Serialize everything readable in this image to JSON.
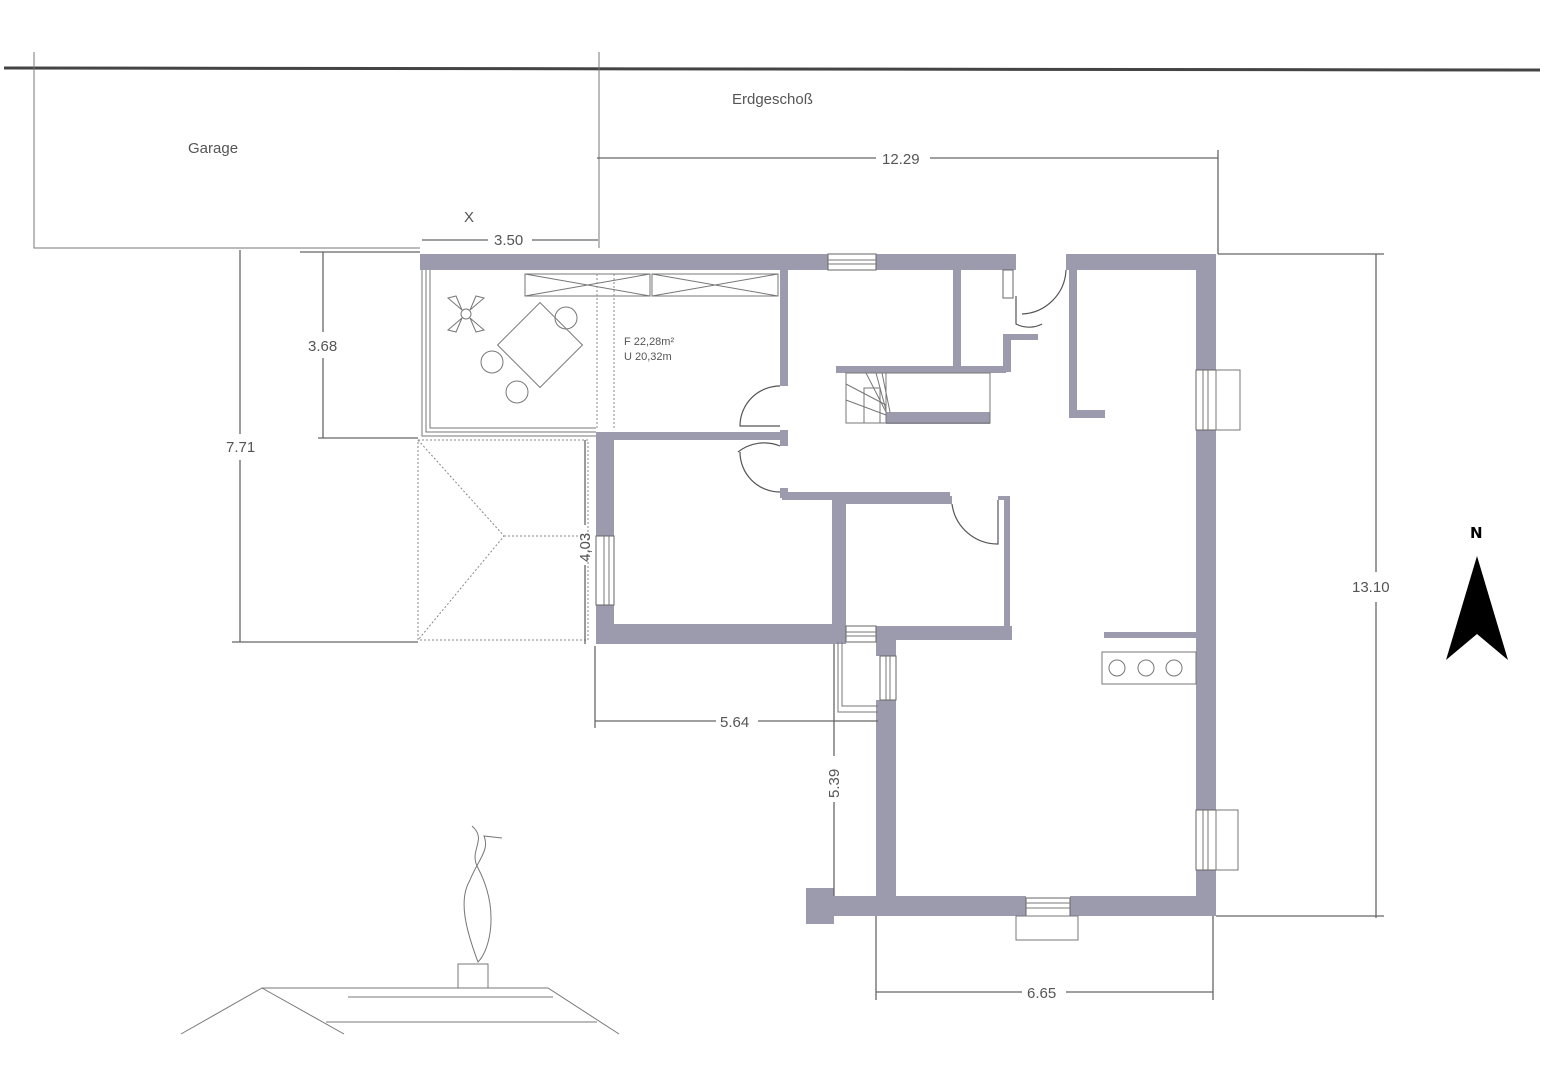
{
  "plan": {
    "title": "Erdgeschoß",
    "garage_label": "Garage",
    "marker": "X",
    "room_info": {
      "area": "F 22,28m²",
      "perimeter": "U 20,32m"
    },
    "north_label": "N",
    "colors": {
      "wall": "#9c9aad",
      "line": "#555555",
      "north_arrow": "#000000"
    }
  },
  "dimensions": {
    "top_total": "12.29",
    "room_width": "3.50",
    "room_depth": "3.68",
    "left_total": "7.71",
    "terrace_depth": "4,03",
    "middle_width": "5.64",
    "lower_depth": "5.39",
    "bottom_width": "6.65",
    "right_total": "13.10"
  }
}
